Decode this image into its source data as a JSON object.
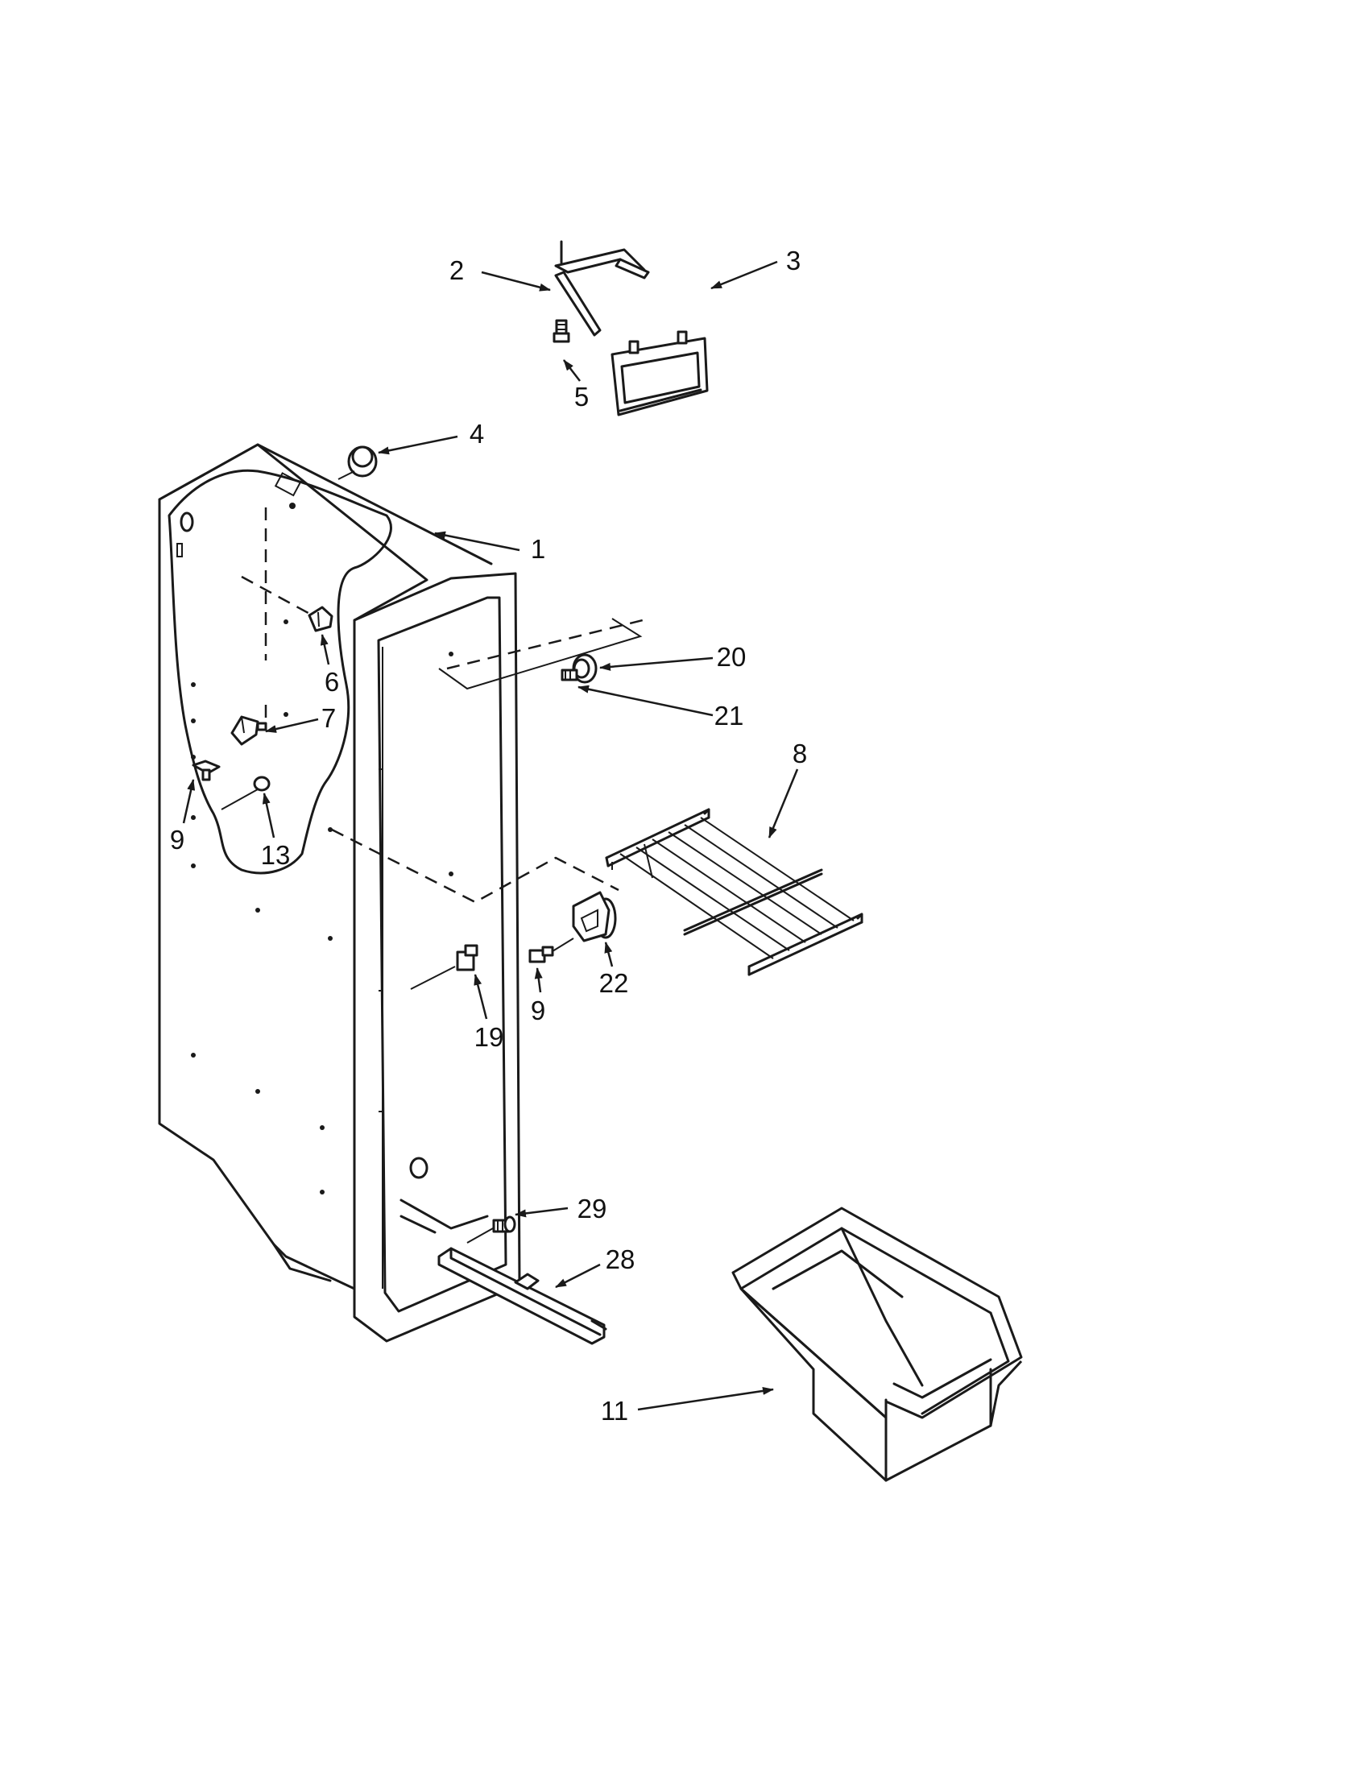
{
  "callouts": {
    "c1": "1",
    "c2": "2",
    "c3": "3",
    "c4": "4",
    "c5": "5",
    "c6": "6",
    "c7": "7",
    "c8": "8",
    "c9a": "9",
    "c9b": "9",
    "c11": "11",
    "c13": "13",
    "c19": "19",
    "c20": "20",
    "c21": "21",
    "c22": "22",
    "c28": "28",
    "c29": "29"
  },
  "colors": {
    "line": "#1a1a1a",
    "background": "#ffffff"
  }
}
